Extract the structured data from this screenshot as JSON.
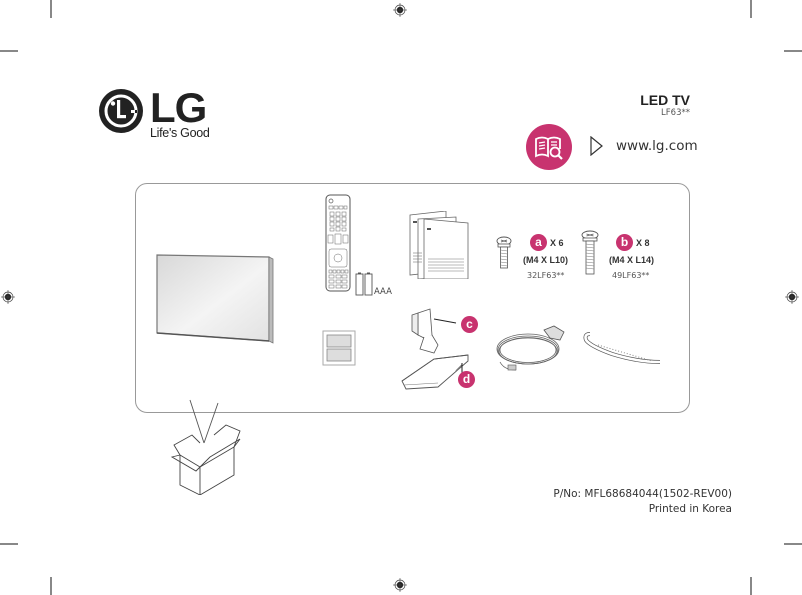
{
  "brand": {
    "logo_text": "LG",
    "tagline": "Life's Good"
  },
  "product": {
    "title": "LED TV",
    "model": "LF63**"
  },
  "manual_link": {
    "icon": "manual-magnifier-icon",
    "arrow_icon": "play-outline-icon",
    "url": "www.lg.com"
  },
  "contents": {
    "batteries_label": "AAA",
    "screws": [
      {
        "badge": "a",
        "quantity": "X 6",
        "spec": "(M4 X L10)",
        "model": "32LF63**"
      },
      {
        "badge": "b",
        "quantity": "X 8",
        "spec": "(M4 X L14)",
        "model": "49LF63**"
      }
    ],
    "stand_parts": [
      {
        "badge": "c"
      },
      {
        "badge": "d"
      }
    ]
  },
  "footer": {
    "part_number": "P/No: MFL68684044(1502-REV00)",
    "printed": "Printed in Korea"
  },
  "colors": {
    "accent": "#c8336f",
    "border": "#999999"
  }
}
